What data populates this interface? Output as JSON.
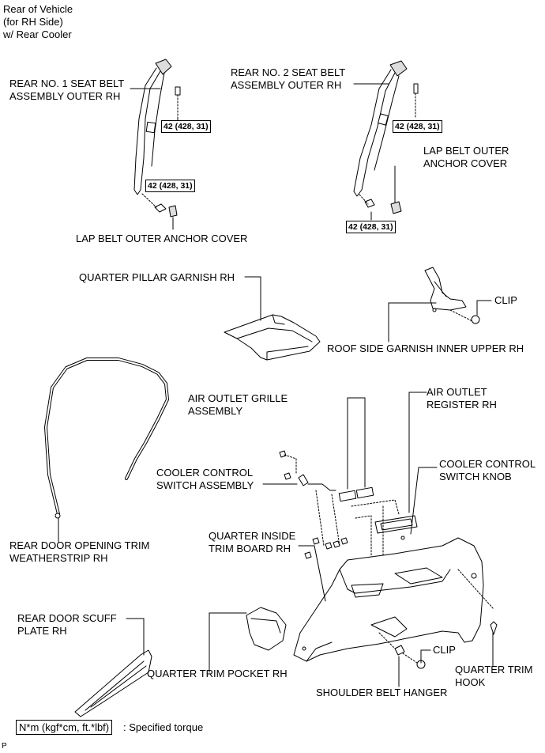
{
  "header": {
    "line1": "Rear of Vehicle",
    "line2": "(for RH Side)",
    "line3": "w/ Rear Cooler"
  },
  "labels": {
    "rear_no1_seat_belt_1": "REAR NO. 1 SEAT BELT",
    "rear_no1_seat_belt_2": "ASSEMBLY OUTER RH",
    "rear_no2_seat_belt_1": "REAR NO. 2 SEAT BELT",
    "rear_no2_seat_belt_2": "ASSEMBLY OUTER RH",
    "lap_belt_cover_right_1": "LAP BELT OUTER",
    "lap_belt_cover_right_2": "ANCHOR COVER",
    "lap_belt_cover_left": "LAP BELT OUTER ANCHOR COVER",
    "quarter_pillar_garnish": "QUARTER PILLAR GARNISH RH",
    "clip_upper": "CLIP",
    "roof_side_garnish": "ROOF SIDE GARNISH INNER UPPER RH",
    "air_outlet_grille_1": "AIR OUTLET GRILLE",
    "air_outlet_grille_2": "ASSEMBLY",
    "air_outlet_register_1": "AIR OUTLET",
    "air_outlet_register_2": "REGISTER RH",
    "cooler_control_knob_1": "COOLER CONTROL",
    "cooler_control_knob_2": "SWITCH KNOB",
    "cooler_control_switch_1": "COOLER CONTROL",
    "cooler_control_switch_2": "SWITCH ASSEMBLY",
    "quarter_inside_trim_1": "QUARTER INSIDE",
    "quarter_inside_trim_2": "TRIM BOARD RH",
    "rear_door_weatherstrip_1": "REAR DOOR OPENING TRIM",
    "rear_door_weatherstrip_2": "WEATHERSTRIP RH",
    "rear_door_scuff_1": "REAR DOOR SCUFF",
    "rear_door_scuff_2": "PLATE RH",
    "quarter_trim_pocket": "QUARTER TRIM POCKET RH",
    "clip_lower": "CLIP",
    "shoulder_belt_hanger": "SHOULDER BELT HANGER",
    "quarter_trim_hook_1": "QUARTER TRIM",
    "quarter_trim_hook_2": "HOOK"
  },
  "torques": {
    "t1": "42 (428, 31)",
    "t2": "42 (428, 31)",
    "t3": "42 (428, 31)",
    "t4": "42 (428, 31)"
  },
  "legend": {
    "unit": "N*m (kgf*cm, ft.*lbf)",
    "description": ": Specified torque"
  },
  "footer": {
    "code": "P"
  }
}
